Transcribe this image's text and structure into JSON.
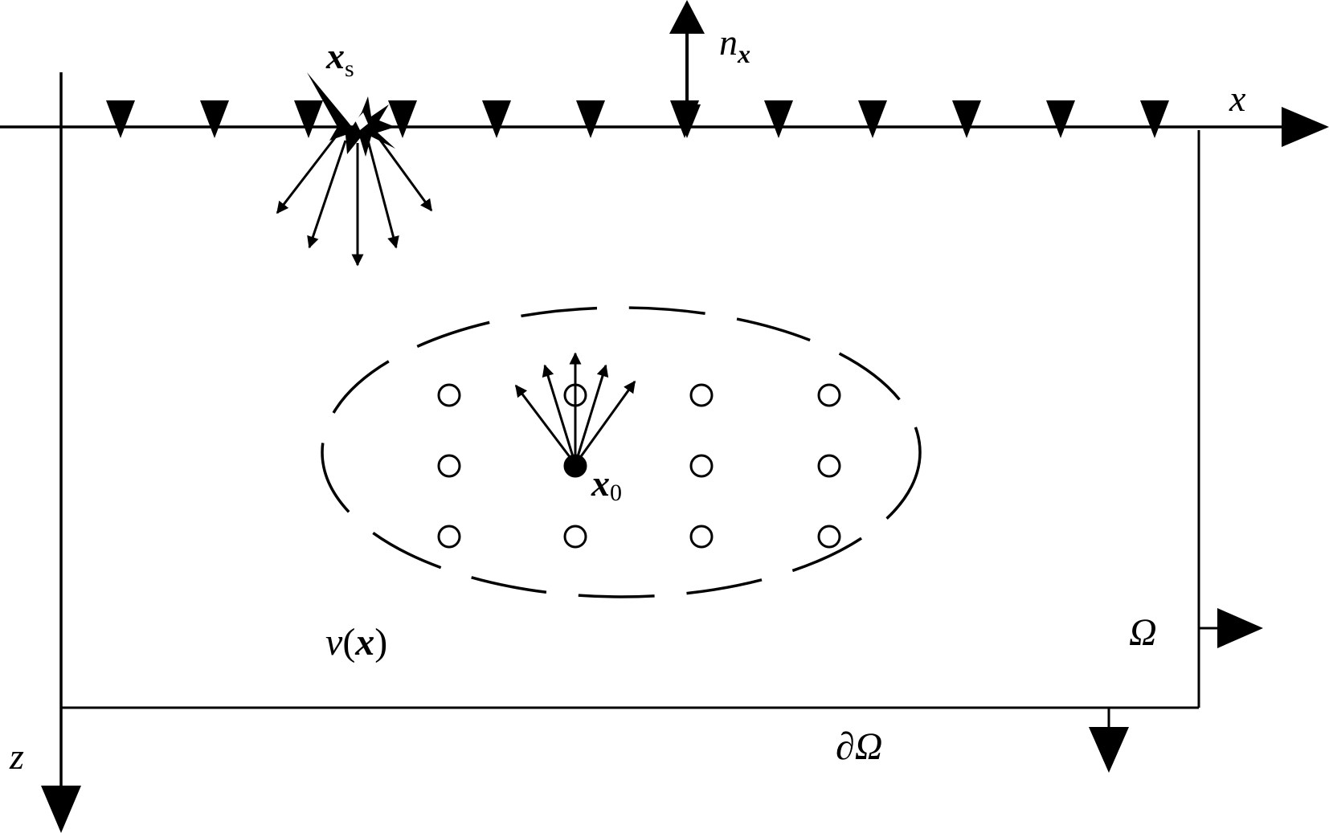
{
  "labels": {
    "source_var": "x",
    "source_sub": "s",
    "normal_var": "n",
    "normal_sub": "x",
    "x_axis": "x",
    "z_axis": "z",
    "point_var": "x",
    "point_sub": "0",
    "velocity_v": "v",
    "velocity_open": "(",
    "velocity_arg": "x",
    "velocity_close": ")",
    "domain": "Ω",
    "boundary": "∂Ω"
  },
  "receiver_count": 12,
  "grid_points": {
    "rows": 3,
    "cols": 4
  }
}
